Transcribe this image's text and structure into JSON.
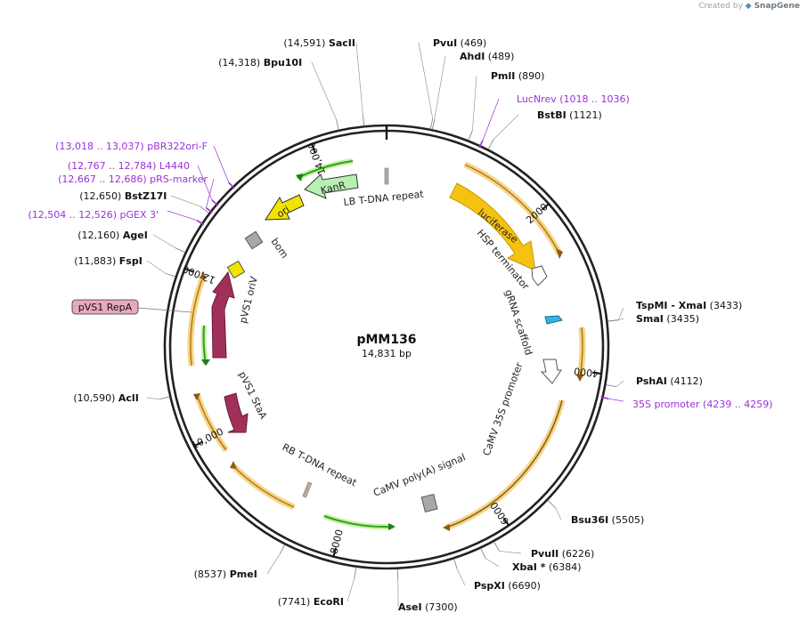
{
  "credit": {
    "prefix": "Created by",
    "brand": "SnapGene"
  },
  "plasmid": {
    "name": "pMM136",
    "length_label": "14,831 bp",
    "length": 14831
  },
  "colors": {
    "feature_orange": "#f7c948",
    "feature_edge": "#e8a020",
    "primer_purple": "#9b30d9",
    "repa_box": "#e7a9c0",
    "marker_green": "#27a32a",
    "kanr": "#b7f0b2",
    "pvs1": "#a0305a",
    "luciferase": "#f5c211",
    "ori": "#f0e400",
    "bom": "#a8a8a8"
  },
  "ticks": [
    {
      "pos": 2000,
      "label": "2000"
    },
    {
      "pos": 4000,
      "label": "4000"
    },
    {
      "pos": 6000,
      "label": "6000"
    },
    {
      "pos": 8000,
      "label": "8000"
    },
    {
      "pos": 10000,
      "label": "10,000"
    },
    {
      "pos": 12000,
      "label": "12,000"
    },
    {
      "pos": 14000,
      "label": "14,000"
    }
  ],
  "sites": [
    {
      "name": "SacII",
      "pos_label": "(14,591)",
      "pos": 14591
    },
    {
      "name": "Bpu10I",
      "pos_label": "(14,318)",
      "pos": 14318
    },
    {
      "name": "PvuI",
      "pos_label": "(469)",
      "pos": 469
    },
    {
      "name": "AhdI",
      "pos_label": "(489)",
      "pos": 489
    },
    {
      "name": "PmlI",
      "pos_label": "(890)",
      "pos": 890
    },
    {
      "name": "BstBI",
      "pos_label": "(1121)",
      "pos": 1121
    },
    {
      "name": "TspMI - XmaI",
      "pos_label": "(3433)",
      "pos": 3433
    },
    {
      "name": "SmaI",
      "pos_label": "(3435)",
      "pos": 3435
    },
    {
      "name": "PshAI",
      "pos_label": "(4112)",
      "pos": 4112
    },
    {
      "name": "Bsu36I",
      "pos_label": "(5505)",
      "pos": 5505
    },
    {
      "name": "PvuII",
      "pos_label": "(6226)",
      "pos": 6226
    },
    {
      "name": "XbaI *",
      "pos_label": "(6384)",
      "pos": 6384
    },
    {
      "name": "PspXI",
      "pos_label": "(6690)",
      "pos": 6690
    },
    {
      "name": "AseI",
      "pos_label": "(7300)",
      "pos": 7300
    },
    {
      "name": "EcoRI",
      "pos_label": "(7741)",
      "pos": 7741
    },
    {
      "name": "PmeI",
      "pos_label": "(8537)",
      "pos": 8537
    },
    {
      "name": "AclI",
      "pos_label": "(10,590)",
      "pos": 10590
    },
    {
      "name": "FspI",
      "pos_label": "(11,883)",
      "pos": 11883
    },
    {
      "name": "AgeI",
      "pos_label": "(12,160)",
      "pos": 12160
    },
    {
      "name": "BstZ17I",
      "pos_label": "(12,650)",
      "pos": 12650
    }
  ],
  "primers": [
    {
      "name": "LucNrev",
      "range_label": "(1018 .. 1036)",
      "pos": 1027
    },
    {
      "name": "35S promoter",
      "range_label": "(4239 .. 4259)",
      "pos": 4249
    },
    {
      "name": "pBR322ori-F",
      "range_label": "(13,018 .. 13,037)",
      "pos": 13027
    },
    {
      "name": "L4440",
      "range_label": "(12,767 .. 12,784)",
      "pos": 12775
    },
    {
      "name": "pRS-marker",
      "range_label": "(12,667 .. 12,686)",
      "pos": 12676
    },
    {
      "name": "pGEX 3'",
      "range_label": "(12,504 .. 12,526)",
      "pos": 12515
    }
  ],
  "boxed_label": {
    "name": "pVS1 RepA"
  },
  "feature_labels": {
    "lb_repeat": "LB T-DNA repeat",
    "hsp": "HSP terminator",
    "grna": "gRNA scaffold",
    "camv35s": "CaMV 35S promoter",
    "polya": "CaMV poly(A) signal",
    "rb_repeat": "RB T-DNA repeat",
    "pvs1sta": "pVS1 StaA",
    "pvs1oriv": "pVS1 oriV",
    "bom": "bom",
    "kanr": "KanR",
    "ori": "ori",
    "luciferase": "luciferase"
  }
}
